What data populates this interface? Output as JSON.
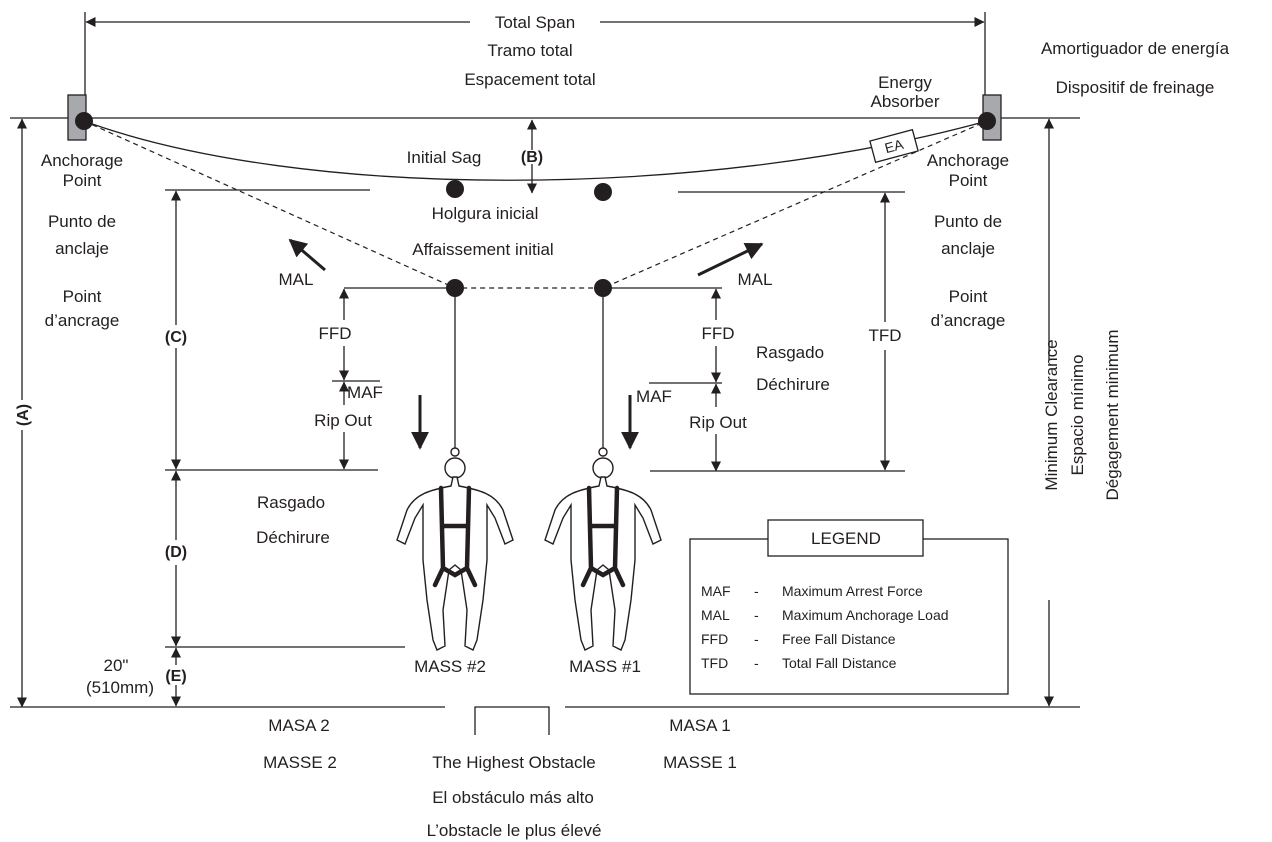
{
  "total_span": [
    "Total Span",
    "Tramo total",
    "Espacement total"
  ],
  "energy_absorber": {
    "en": [
      "Energy",
      "Absorber"
    ],
    "es": "Amortiguador de energía",
    "fr": "Dispositif de freinage",
    "box_label": "EA"
  },
  "anchorage_left": [
    "Anchorage",
    "Point",
    "Punto de",
    "anclaje",
    "Point",
    "d’ancrage"
  ],
  "anchorage_right": [
    "Anchorage",
    "Point",
    "Punto de",
    "anclaje",
    "Point",
    "d’ancrage"
  ],
  "initial_sag": [
    "Initial Sag",
    "Holgura inicial",
    "Affaissement initial"
  ],
  "dimension_labels": {
    "a": "(A)",
    "b": "(B)",
    "c": "(C)",
    "d": "(D)",
    "e": "(E)"
  },
  "e_height": [
    "20\"",
    "(510mm)"
  ],
  "mal": "MAL",
  "ffd": "FFD",
  "maf": "MAF",
  "rip_out": "Rip Out",
  "tfd": "TFD",
  "rasgado_left": [
    "Rasgado",
    "Déchirure"
  ],
  "rasgado_right": [
    "Rasgado",
    "Déchirure"
  ],
  "mass_2": [
    "MASS #2",
    "MASA 2",
    "MASSE 2"
  ],
  "mass_1": [
    "MASS #1",
    "MASA 1",
    "MASSE 1"
  ],
  "obstacle": [
    "The Highest Obstacle",
    "El obstáculo más alto",
    "L’obstacle le plus élevé"
  ],
  "min_clearance": [
    "Minimum Clearance",
    "Espacio mínimo",
    "Dégagement minimum"
  ],
  "legend": {
    "title": "LEGEND",
    "items": [
      {
        "abbr": "MAF",
        "sep": "-",
        "desc": "Maximum Arrest Force"
      },
      {
        "abbr": "MAL",
        "sep": "-",
        "desc": "Maximum Anchorage Load"
      },
      {
        "abbr": "FFD",
        "sep": "-",
        "desc": "Free Fall Distance"
      },
      {
        "abbr": "TFD",
        "sep": "-",
        "desc": "Total Fall Distance"
      }
    ]
  },
  "colors": {
    "ink": "#231f20",
    "anchor_fill": "#a7a9ac",
    "background": "#ffffff"
  }
}
